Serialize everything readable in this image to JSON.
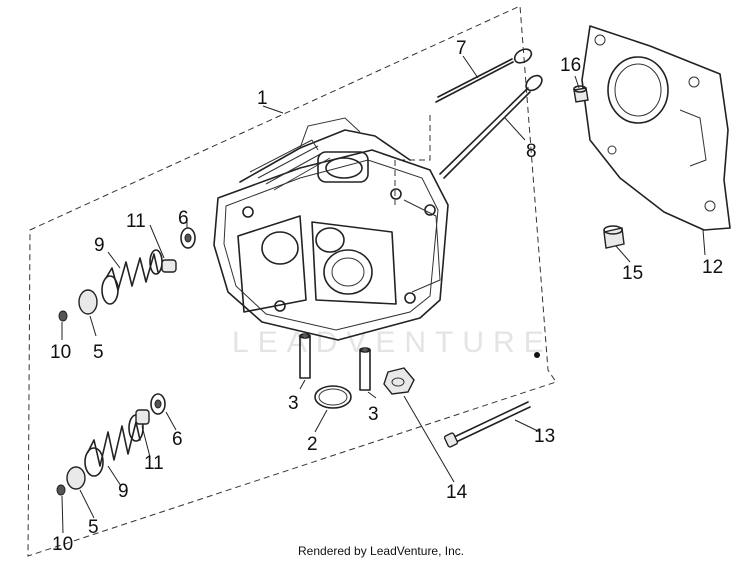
{
  "diagram": {
    "callouts": {
      "c1": "1",
      "c2": "2",
      "c3a": "3",
      "c3b": "3",
      "c5a": "5",
      "c5b": "5",
      "c6a": "6",
      "c6b": "6",
      "c7": "7",
      "c8": "8",
      "c9a": "9",
      "c9b": "9",
      "c10a": "10",
      "c10b": "10",
      "c11a": "11",
      "c11b": "11",
      "c12": "12",
      "c13": "13",
      "c14": "14",
      "c15": "15",
      "c16": "16"
    },
    "watermark": "LEADVENTURE",
    "footer": "Rendered by LeadVenture, Inc."
  }
}
